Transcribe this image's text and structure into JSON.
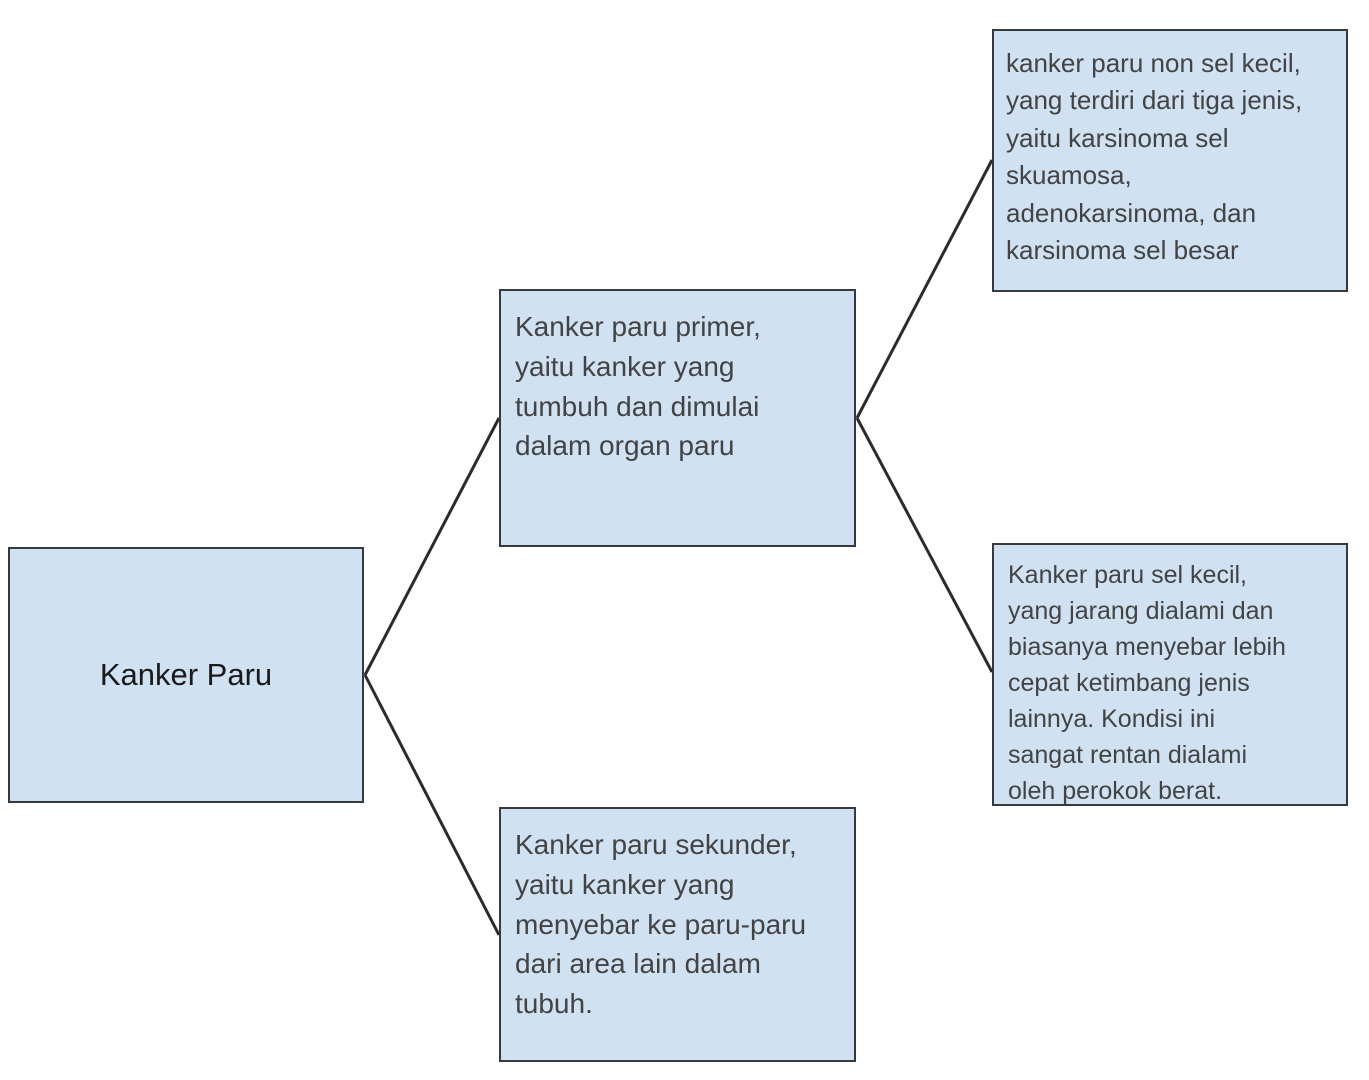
{
  "diagram": {
    "type": "tree-mindmap",
    "title": "Kanker Paru",
    "colors": {
      "node_fill": "#d0e1f2",
      "node_border": "#36393d",
      "node_text": "#434343",
      "root_text": "#1a1a1a",
      "edge": "#2b2b2b",
      "background": "#ffffff"
    },
    "nodes": {
      "root": {
        "label": "Kanker Paru"
      },
      "primer": {
        "label": "Kanker paru primer, yaitu kanker yang tumbuh dan dimulai dalam organ paru",
        "lines": [
          "Kanker paru primer,",
          "yaitu kanker yang",
          "tumbuh dan dimulai",
          "dalam organ paru"
        ]
      },
      "sekunder": {
        "label": "Kanker paru sekunder, yaitu kanker yang menyebar ke paru-paru dari area lain dalam tubuh.",
        "lines": [
          "Kanker paru sekunder,",
          "yaitu kanker yang",
          "menyebar ke paru-paru",
          "dari area lain dalam",
          "tubuh."
        ]
      },
      "nsclc": {
        "label": "kanker paru non sel kecil, yang terdiri dari tiga jenis, yaitu karsinoma sel skuamosa, adenokarsinoma, dan karsinoma sel besar",
        "lines": [
          "kanker paru non sel kecil,",
          "yang terdiri dari tiga jenis,",
          "yaitu karsinoma sel",
          "skuamosa,",
          "adenokarsinoma, dan",
          "karsinoma sel besar"
        ]
      },
      "sclc": {
        "label": "Kanker paru sel kecil, yang jarang dialami dan biasanya menyebar lebih cepat ketimbang jenis lainnya. Kondisi ini sangat rentan dialami oleh perokok berat.",
        "lines": [
          "Kanker paru sel kecil,",
          "yang jarang dialami dan",
          "biasanya menyebar lebih",
          "cepat ketimbang jenis",
          "lainnya. Kondisi ini",
          "sangat rentan dialami",
          "oleh perokok berat."
        ]
      }
    },
    "edges": [
      {
        "from": "root",
        "to": "primer"
      },
      {
        "from": "root",
        "to": "sekunder"
      },
      {
        "from": "primer",
        "to": "nsclc"
      },
      {
        "from": "primer",
        "to": "sclc"
      }
    ]
  }
}
